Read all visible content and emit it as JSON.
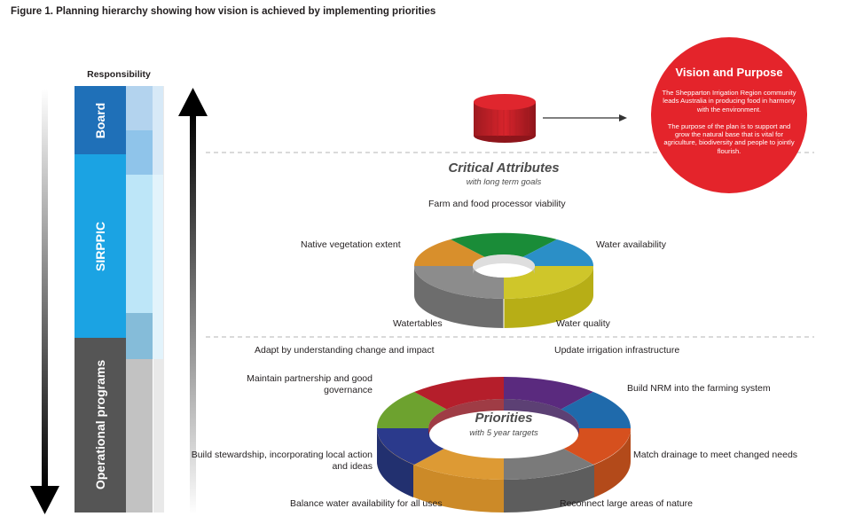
{
  "figure_title": "Figure 1. Planning hierarchy showing how vision is achieved by implementing priorities",
  "responsibility": {
    "title": "Responsibility",
    "levels": [
      "Board",
      "SIRPPIC",
      "Operational programs"
    ]
  },
  "vision": {
    "title": "Vision and Purpose",
    "text": "The Shepparton Irrigation Region community leads Australia in producing food in harmony with the environment.\n\nThe purpose of the plan is to support and grow the natural base that is vital for agriculture, biodiversity and people to jointly flourish."
  },
  "critical_attributes": {
    "title": "Critical Attributes",
    "subtitle": "with long term goals",
    "items": [
      "Farm and food processor viability",
      "Water availability",
      "Water quality",
      "Watertables",
      "Native vegetation extent"
    ]
  },
  "priorities": {
    "title": "Priorities",
    "subtitle": "with 5 year targets",
    "items": [
      "Update irrigation infrastructure",
      "Build NRM into the farming system",
      "Match drainage to meet changed needs",
      "Reconnect large areas of nature",
      "Balance water availability for all uses",
      "Build stewardship, incorporating local action and ideas",
      "Maintain partnership and good governance",
      "Adapt by understanding change and impact"
    ]
  },
  "colors": {
    "board": "#1f70b8",
    "sirppic": "#1ba3e3",
    "operational": "#555555",
    "vision_circle": "#e4242b",
    "cylinder": "#c8202a"
  }
}
